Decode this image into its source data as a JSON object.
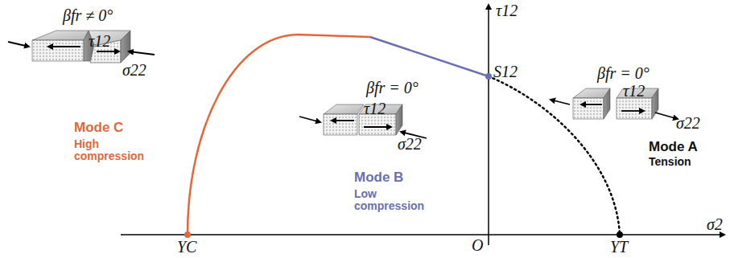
{
  "diagram": {
    "labels": [
      "τ12",
      "βfr ≠ 0°",
      "τ12",
      "σ22",
      "Mode C",
      "High compression",
      "βfr = 0°",
      "τ12",
      "σ22",
      "Mode B",
      "Low compression",
      "S12",
      "βfr = 0°",
      "τ12",
      "σ22",
      "Mode A",
      "Tension",
      "σ2",
      "YC",
      "O",
      "YT"
    ]
  }
}
